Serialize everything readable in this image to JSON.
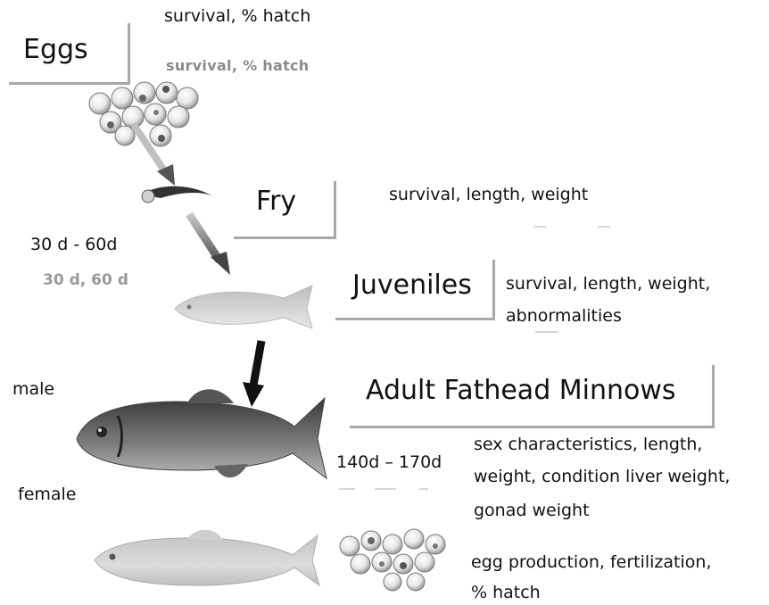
{
  "stages": {
    "eggs": {
      "title": "Eggs",
      "endpoints": "survival, % hatch",
      "endpoints_faded": "survival, % hatch"
    },
    "fry": {
      "title": "Fry",
      "endpoints": "survival, length, weight"
    },
    "juveniles": {
      "title": "Juveniles",
      "endpoints_line1": "survival, length, weight,",
      "endpoints_line2": "abnormalities"
    },
    "adults": {
      "title": "Adult Fathead Minnows",
      "duration": "140d – 170d",
      "endpoints_line1": "sex characteristics, length,",
      "endpoints_line2": "weight, condition liver weight,",
      "endpoints_line3": "gonad weight"
    }
  },
  "durations": {
    "fry_to_juvenile": "30 d - 60d",
    "fry_to_juvenile_faded": "30 d, 60 d"
  },
  "labels": {
    "male": "male",
    "female": "female"
  },
  "reproduction": {
    "line1": "egg production, fertilization,",
    "line2": "% hatch"
  }
}
